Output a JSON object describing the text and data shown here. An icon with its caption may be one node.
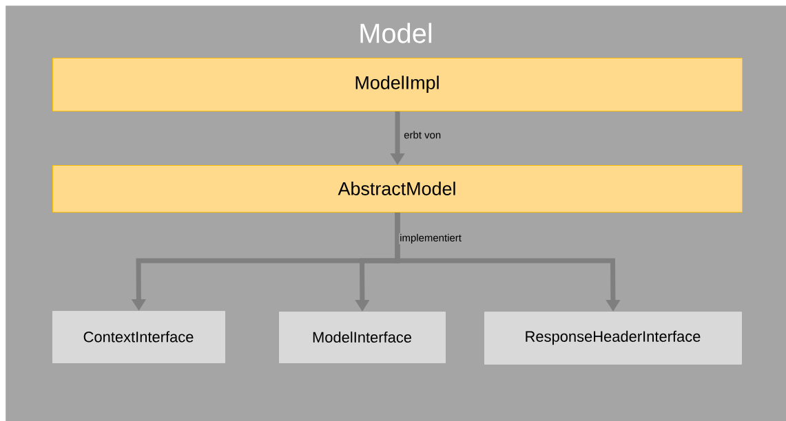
{
  "diagram": {
    "nodes": [
      {
        "text": [
          "Model"
        ]
      },
      {
        "text": [
          "ModelImpl"
        ],
        "in": 0
      },
      {
        "text": [
          "AbstractModel"
        ],
        "in": 0
      },
      {
        "text": [
          "ContextInterface"
        ],
        "in": 0
      },
      {
        "text": [
          "ModelInterface"
        ],
        "in": 0
      },
      {
        "text": [
          "ResponseHeaderInterface"
        ],
        "in": 0
      }
    ],
    "edges": [
      {
        "from": 1,
        "to": 2,
        "arrow": "to",
        "label": "erbt von"
      },
      {
        "from": 2,
        "to": 3,
        "arrow": "to"
      },
      {
        "from": 2,
        "to": 4,
        "arrow": "to",
        "label": "implementiert"
      },
      {
        "from": 2,
        "to": 5,
        "arrow": "to"
      }
    ]
  }
}
